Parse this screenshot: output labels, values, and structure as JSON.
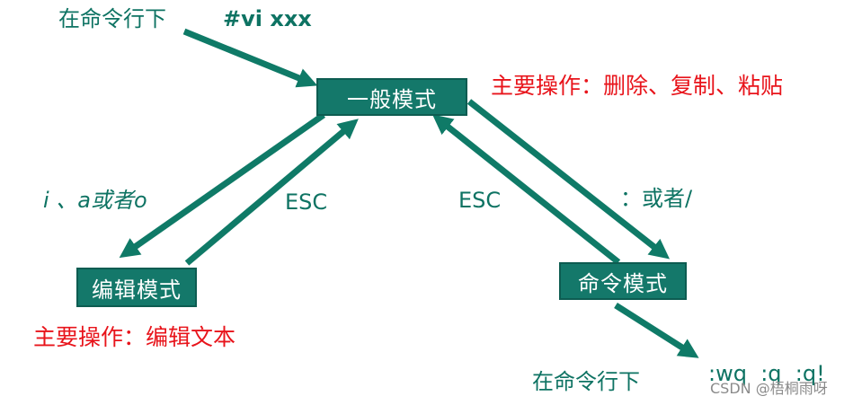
{
  "colors": {
    "teal": "#0e7363",
    "node_fill": "#14786a",
    "arrow": "#0f7a67",
    "red": "#e8141b",
    "watermark": "#8a8a8a"
  },
  "top": {
    "prompt_label": "在命令行下",
    "command": "#vi xxx"
  },
  "nodes": {
    "normal_mode": "一般模式",
    "edit_mode": "编辑模式",
    "command_mode": "命令模式"
  },
  "labels": {
    "normal_ops": "主要操作：删除、复制、粘贴",
    "insert_keys": "i 、a或者o",
    "esc_left": "ESC",
    "esc_right": "ESC",
    "colon_keys": "：或者/",
    "edit_ops": "主要操作：编辑文本",
    "bottom_prompt_label": "在命令行下",
    "quit_commands": ":wq  :q  :q!"
  },
  "watermark": "CSDN @梧桐雨呀",
  "icons": [
    "arrow-right-down-icon",
    "arrow-up-right-icon",
    "arrow-down-left-icon",
    "arrow-up-left-icon",
    "arrow-down-right-icon"
  ]
}
